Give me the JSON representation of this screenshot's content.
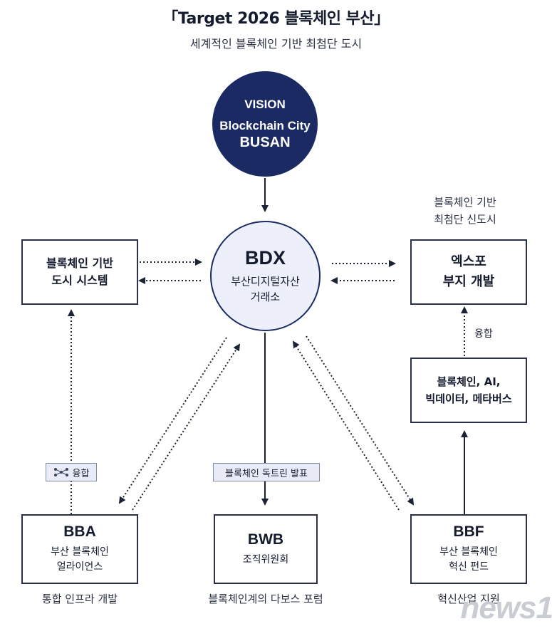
{
  "header": {
    "title": "「Target 2026 블록체인 부산」",
    "subtitle": "세계적인 블록체인 기반 최첨단 도시"
  },
  "vision": {
    "line1": "VISION",
    "line2": "Blockchain City",
    "line3": "BUSAN"
  },
  "bdx": {
    "title": "BDX",
    "line1": "부산디지털자산",
    "line2": "거래소"
  },
  "left_box": {
    "line1": "블록체인 기반",
    "line2": "도시 시스템"
  },
  "right_caption": {
    "line1": "블록체인 기반",
    "line2": "최첨단 신도시"
  },
  "right_box": {
    "line1": "엑스포",
    "line2": "부지 개발"
  },
  "fusion_right": "융합",
  "tech_box": {
    "line1": "블록체인, AI,",
    "line2": "빅데이터, 메타버스"
  },
  "badge_left": "융합",
  "badge_center": "블록체인 독트린 발표",
  "bba": {
    "title": "BBA",
    "line1": "부산 블록체인",
    "line2": "얼라이언스",
    "caption": "통합 인프라 개발"
  },
  "bwb": {
    "title": "BWB",
    "line1": "조직위원회",
    "caption": "블록체인계의 다보스 포럼"
  },
  "bbf": {
    "title": "BBF",
    "line1": "부산 블록체인",
    "line2": "혁신 펀드",
    "caption": "혁신산업 지원"
  },
  "watermark": "news1",
  "colors": {
    "navy": "#1b2a63",
    "line": "#2a3148",
    "bdx_fill": "#edf0fa",
    "badge_fill": "#e9ecf6"
  }
}
